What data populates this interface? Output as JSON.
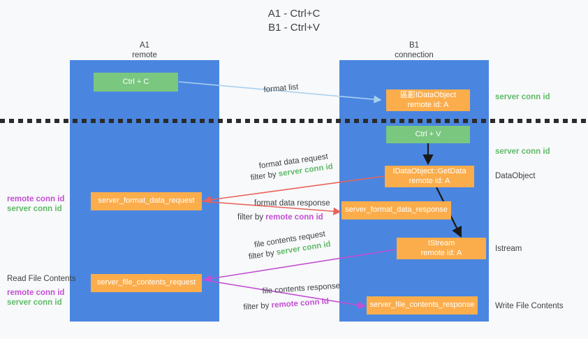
{
  "title": "A1 - Ctrl+C\nB1 - Ctrl+V",
  "lanes": {
    "left": {
      "name": "A1",
      "sub": "remote",
      "header": "A1\nremote"
    },
    "right": {
      "name": "B1",
      "sub": "connection",
      "header": "B1\nconnection"
    }
  },
  "colors": {
    "lane": "#4a86e0",
    "green_box": "#7ac77f",
    "orange_box": "#fbad4b",
    "background": "#f8f9fa",
    "divider": "#2b2b2b",
    "arrow_blue": "#a8d0f0",
    "arrow_red": "#e8635a",
    "arrow_purple": "#c24fd4",
    "arrow_black": "#1a1a1a",
    "green_text": "#60ba6a",
    "purple_text": "#c24fd4"
  },
  "nodes": {
    "ctrl_c": {
      "label": "Ctrl + C"
    },
    "idataobject": {
      "line1": "區彲IDataObject",
      "line2": "remote id: A"
    },
    "ctrl_v": {
      "label": "Ctrl + V"
    },
    "idataobject_getdata": {
      "line1": "IDataObject::GetData",
      "line2": "remote id: A"
    },
    "server_format_data_request": {
      "label": "server_format_data_request"
    },
    "server_format_data_response": {
      "label": "server_format_data_response"
    },
    "istream": {
      "line1": "IStream",
      "line2": "remote id: A"
    },
    "server_file_contents_request": {
      "label": "server_file_contents_request"
    },
    "server_file_contents_response": {
      "label": "server_file_contents_response"
    }
  },
  "edge_labels": {
    "format_list": "format list",
    "format_data_request": "format data request",
    "format_data_request_filter_prefix": "filter by ",
    "format_data_request_filter_key": "server conn id",
    "format_data_response": "format data response",
    "format_data_response_filter_prefix": "filter by ",
    "format_data_response_filter_key": "remote conn id",
    "file_contents_request": "file contents request",
    "file_contents_request_filter_prefix": "filter by ",
    "file_contents_request_filter_key": "server conn id",
    "file_contents_response": "file contents response",
    "file_contents_response_filter_prefix": "filter by ",
    "file_contents_response_filter_key": "remote conn id"
  },
  "side_labels": {
    "right_server_conn_id_top": "server conn id",
    "right_server_conn_id_mid": "server conn id",
    "right_dataobject": "DataObject",
    "right_istream": "Istream",
    "right_write_file_contents": "Write File Contents",
    "left_read_file_contents": "Read File Contents",
    "left_conn_ids_upper": {
      "remote": "remote conn id",
      "server": "server conn id"
    },
    "left_conn_ids_lower": {
      "remote": "remote conn id",
      "server": "server conn id"
    }
  }
}
